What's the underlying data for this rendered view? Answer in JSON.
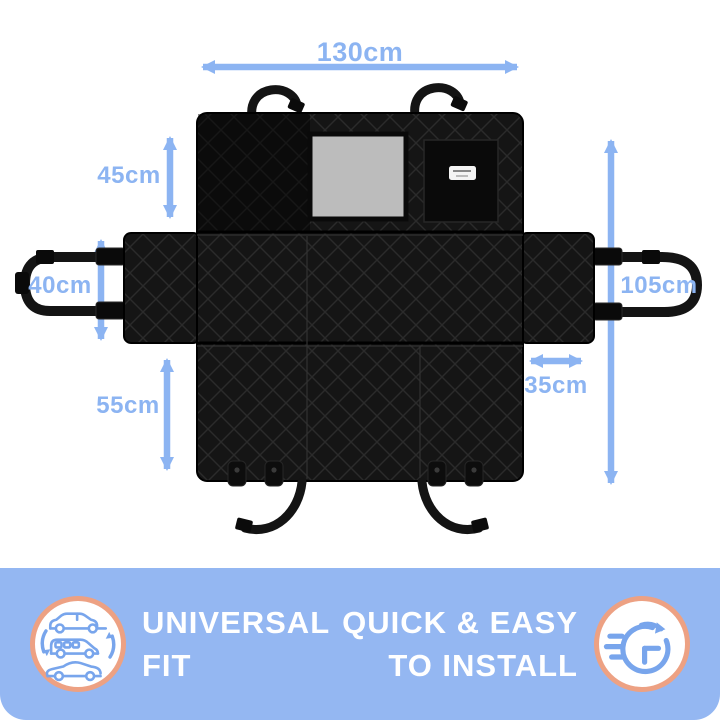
{
  "dimensions": {
    "top_width": "130cm",
    "back_flap_height": "45cm",
    "side_flap_height": "40cm",
    "front_section_height": "55cm",
    "side_length": "105cm",
    "side_flap_width": "35cm"
  },
  "banner": {
    "feature_left": {
      "line1": "UNIVERSAL",
      "line2": "FIT"
    },
    "feature_right": {
      "line1": "QUICK & EASY",
      "line2": "TO INSTALL"
    }
  },
  "icons": {
    "left": "multi-vehicle-rotation-icon",
    "right": "speed-clock-icon"
  },
  "colors": {
    "dimension_accent": "#8cb4f2",
    "banner_background": "#94b7f2",
    "icon_ring": "#eda183",
    "icon_glyph": "#78a5ec",
    "cover_fabric": "#151515",
    "mesh_window": "#bcbcbc",
    "text": "#ffffff"
  }
}
